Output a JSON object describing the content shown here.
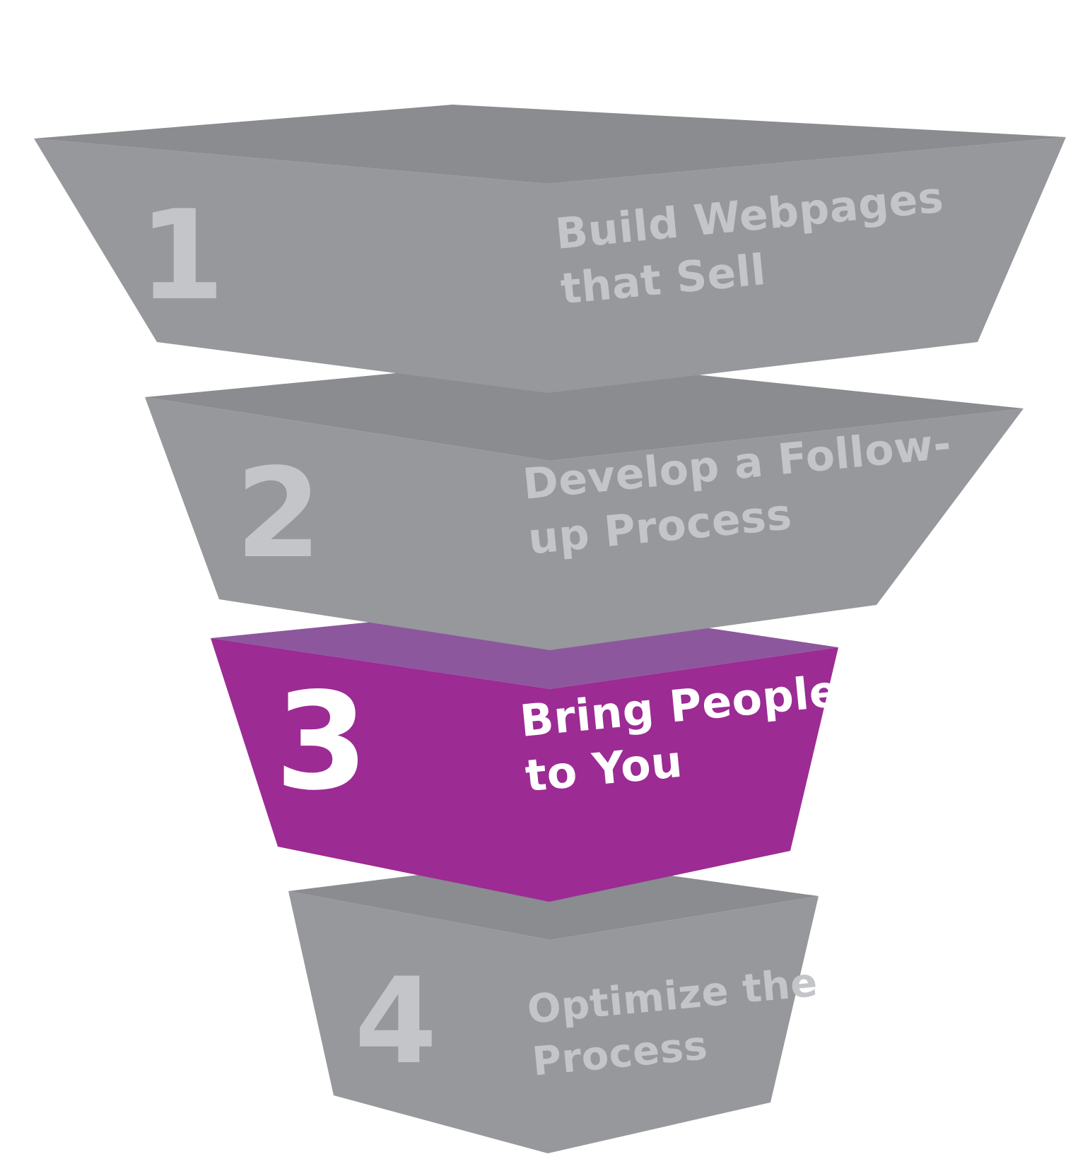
{
  "diagram": {
    "type": "funnel-infographic",
    "orientation": "inverted-funnel-4-tiers",
    "colors": {
      "background": "#ffffff",
      "gray_top": "#8a8c8f",
      "gray_front": "#96989b",
      "gray_text": "#c4c5c8",
      "purple_top": "#8d579d",
      "purple_front": "#9c2b94",
      "white_text": "#ffffff"
    },
    "steps": [
      {
        "number": "1",
        "label_line1": "Build Webpages",
        "label_line2": "that Sell",
        "highlighted": false
      },
      {
        "number": "2",
        "label_line1": "Develop a Follow-",
        "label_line2": "up Process",
        "highlighted": false
      },
      {
        "number": "3",
        "label_line1": "Bring People",
        "label_line2": "to You",
        "highlighted": true
      },
      {
        "number": "4",
        "label_line1": "Optimize the",
        "label_line2": "Process",
        "highlighted": false
      }
    ]
  }
}
